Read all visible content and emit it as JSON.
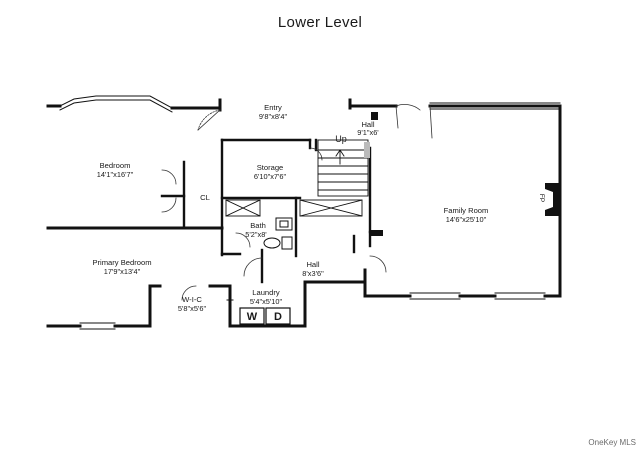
{
  "title": "Lower Level",
  "rooms": {
    "entry": {
      "name": "Entry",
      "dims": "9'8\"x8'4\""
    },
    "hall_top": {
      "name": "Hall",
      "dims": "9'1\"x6'"
    },
    "bedroom": {
      "name": "Bedroom",
      "dims": "14'1\"x16'7\""
    },
    "storage": {
      "name": "Storage",
      "dims": "6'10\"x7'6\""
    },
    "closet": {
      "name": "CL"
    },
    "bath": {
      "name": "Bath",
      "dims": "5'2\"x8'"
    },
    "family_room": {
      "name": "Family Room",
      "dims": "14'6\"x25'10\""
    },
    "primary_bedroom": {
      "name": "Primary Bedroom",
      "dims": "17'9\"x13'4\""
    },
    "hall_bottom": {
      "name": "Hall",
      "dims": "8'x3'6\""
    },
    "wic": {
      "name": "W-I-C",
      "dims": "5'8\"x5'6\""
    },
    "laundry": {
      "name": "Laundry",
      "dims": "5'4\"x5'10\""
    }
  },
  "stairs_label": "Up",
  "fireplace_label": "FP",
  "appliances": {
    "washer": "W",
    "dryer": "D"
  },
  "watermark": "OneKey MLS"
}
